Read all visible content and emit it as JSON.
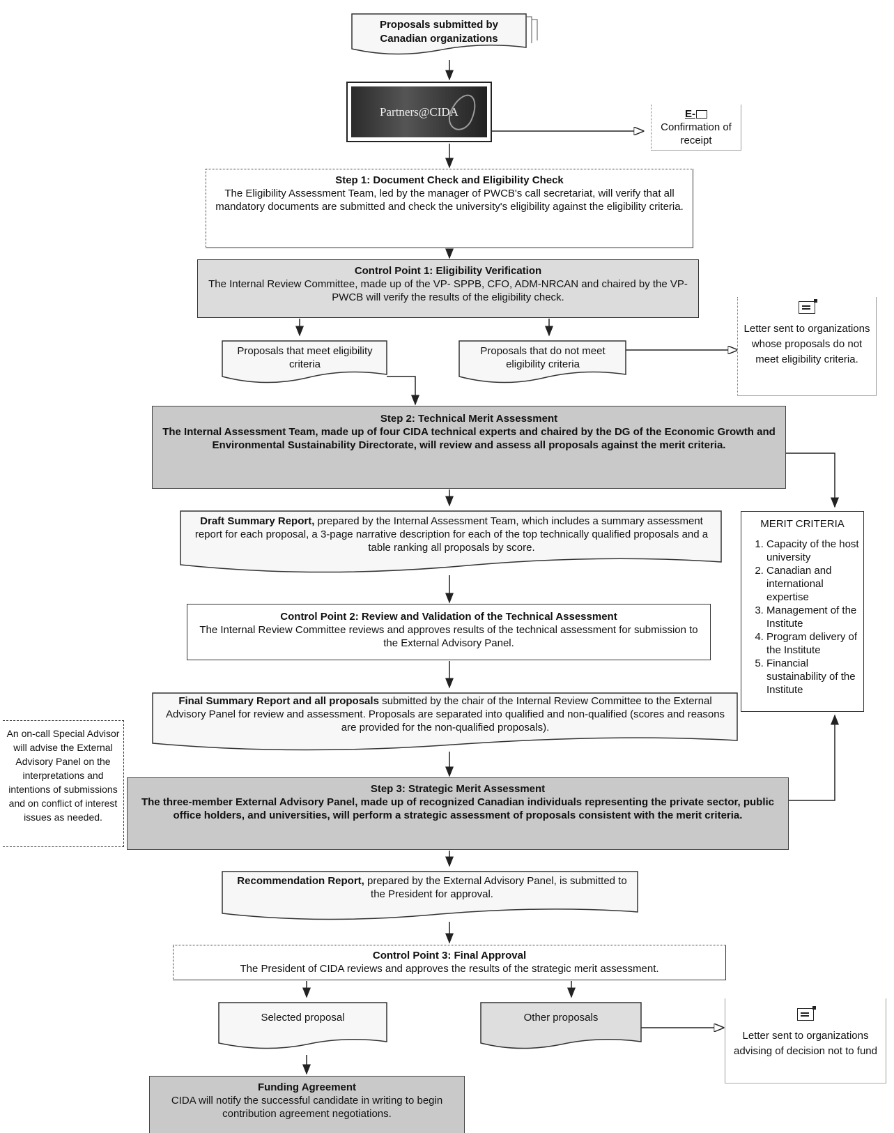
{
  "top": {
    "submitted": "Proposals submitted by Canadian organizations"
  },
  "portal": {
    "label": "Partners@CIDA"
  },
  "confirmation": {
    "icon_label": "E-",
    "text": "Confirmation of receipt"
  },
  "step1": {
    "title": "Step 1: Document Check and Eligibility Check",
    "body": "The Eligibility Assessment Team, led by the manager of PWCB's call secretariat, will verify that all mandatory documents are submitted and check the university's eligibility against the eligibility criteria."
  },
  "cp1": {
    "title": "Control Point 1: Eligibility Verification",
    "body": "The Internal Review Committee, made up of the VP- SPPB, CFO, ADM-NRCAN and chaired by the VP-PWCB will verify the results of the eligibility check."
  },
  "meet": {
    "text": "Proposals that meet eligibility criteria"
  },
  "notmeet": {
    "text": "Proposals that do not meet eligibility criteria"
  },
  "letter1": {
    "text": "Letter sent to organizations whose proposals do not meet eligibility criteria."
  },
  "step2": {
    "title": "Step 2: Technical Merit Assessment",
    "body": "The Internal Assessment Team, made up of four CIDA technical experts and chaired by the DG of the Economic Growth and Environmental Sustainability Directorate, will review and assess all proposals against the merit criteria."
  },
  "draft": {
    "lead": "Draft Summary Report,",
    "body": " prepared by the Internal Assessment Team, which includes a summary assessment report for each proposal, a 3-page narrative description for each of the top technically qualified proposals and a table ranking all proposals by score."
  },
  "cp2": {
    "title": "Control Point 2: Review and Validation of the Technical Assessment",
    "body": "The Internal Review Committee reviews and approves results of the technical assessment for submission to the External Advisory Panel."
  },
  "final": {
    "lead": "Final Summary Report and all proposals",
    "body": " submitted by the chair of the Internal Review Committee to the External Advisory Panel for review and assessment. Proposals are separated into qualified and non-qualified (scores and reasons are provided for the non-qualified proposals)."
  },
  "criteria": {
    "title": "MERIT CRITERIA",
    "items": [
      "Capacity of the host university",
      "Canadian and international expertise",
      "Management of the Institute",
      "Program delivery of the Institute",
      "Financial sustainability of the Institute"
    ]
  },
  "advisor": {
    "text": "An on-call Special Advisor will advise the External Advisory Panel on the interpretations and intentions of submissions and on conflict of interest issues as needed."
  },
  "step3": {
    "title": "Step 3: Strategic Merit Assessment",
    "body": "The three-member External Advisory Panel, made up of recognized Canadian individuals representing the private sector, public office holders, and universities, will perform a strategic assessment of proposals consistent with the merit criteria."
  },
  "recommend": {
    "lead": "Recommendation Report,",
    "body": " prepared by the External Advisory Panel, is submitted to the President for approval."
  },
  "cp3": {
    "title": "Control Point 3: Final Approval",
    "body": "The President of CIDA reviews and approves the results of the strategic merit assessment."
  },
  "selected": {
    "text": "Selected proposal"
  },
  "other": {
    "text": "Other proposals"
  },
  "letter2": {
    "text": "Letter sent to organizations advising of decision not to fund"
  },
  "funding": {
    "title": "Funding Agreement",
    "body": "CIDA will notify the successful candidate in writing to begin contribution agreement negotiations."
  }
}
